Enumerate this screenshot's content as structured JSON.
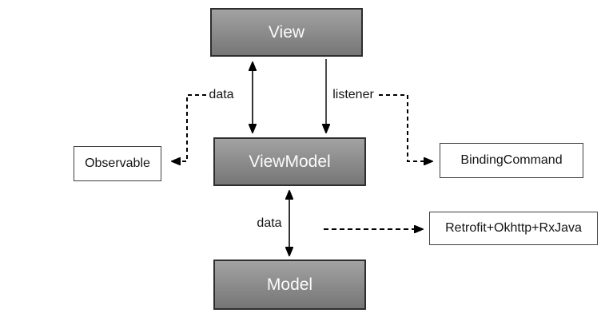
{
  "colors": {
    "node_gradient_top": "#a2a2a2",
    "node_gradient_bottom": "#767676",
    "node_border": "#2e2e2e",
    "node_text": "#fbfbfb",
    "plain_fill": "#ffffff",
    "plain_border": "#3f3f3f",
    "plain_text": "#141414",
    "line_color": "#000000",
    "bg": "#ffffff"
  },
  "nodes": {
    "view": {
      "label": "View"
    },
    "viewmodel": {
      "label": "ViewModel"
    },
    "model": {
      "label": "Model"
    },
    "observable": {
      "label": "Observable"
    },
    "bindingcommand": {
      "label": "BindingCommand"
    },
    "retrofit": {
      "label": "Retrofit+Okhttp+RxJava"
    }
  },
  "edges": {
    "data_top": {
      "label": "data"
    },
    "listener": {
      "label": "listener"
    },
    "data_bottom": {
      "label": "data"
    }
  }
}
